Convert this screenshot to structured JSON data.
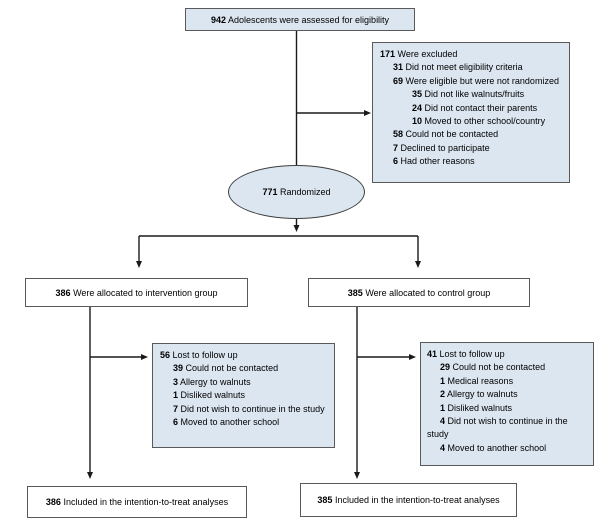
{
  "colors": {
    "node_fill_blue": "#dce6f1",
    "node_fill_white": "#ffffff",
    "node_border": "#595959",
    "line_color": "#1a1a1a",
    "text_color": "#000000"
  },
  "nodes": {
    "assessed": {
      "number": "942",
      "text": "Adolescents were assessed for eligibility"
    },
    "excluded": {
      "items": [
        {
          "number": "171",
          "text": "Were excluded",
          "indent": 0
        },
        {
          "number": "31",
          "text": "Did not meet eligibility criteria",
          "indent": 1
        },
        {
          "number": "69",
          "text": "Were eligible but were not randomized",
          "indent": 1
        },
        {
          "number": "35",
          "text": "Did not like walnuts/fruits",
          "indent": 2
        },
        {
          "number": "24",
          "text": "Did not contact their parents",
          "indent": 2
        },
        {
          "number": "10",
          "text": "Moved to other school/country",
          "indent": 2
        },
        {
          "number": "58",
          "text": "Could not be contacted",
          "indent": 1
        },
        {
          "number": "7",
          "text": "Declined to participate",
          "indent": 1
        },
        {
          "number": "6",
          "text": "Had other reasons",
          "indent": 1
        }
      ]
    },
    "randomized": {
      "number": "771",
      "text": "Randomized"
    },
    "alloc_intervention": {
      "number": "386",
      "text": "Were allocated to intervention group"
    },
    "alloc_control": {
      "number": "385",
      "text": "Were allocated to control group"
    },
    "ltfu_intervention": {
      "items": [
        {
          "number": "56",
          "text": "Lost to follow up",
          "indent": 0
        },
        {
          "number": "39",
          "text": "Could not be contacted",
          "indent": 1
        },
        {
          "number": "3",
          "text": "Allergy to walnuts",
          "indent": 1
        },
        {
          "number": "1",
          "text": "Disliked walnuts",
          "indent": 1
        },
        {
          "number": "7",
          "text": "Did not wish to continue in the study",
          "indent": 1
        },
        {
          "number": "6",
          "text": "Moved to another school",
          "indent": 1
        }
      ]
    },
    "ltfu_control": {
      "items": [
        {
          "number": "41",
          "text": "Lost to follow up",
          "indent": 0
        },
        {
          "number": "29",
          "text": "Could not be contacted",
          "indent": 1
        },
        {
          "number": "1",
          "text": "Medical reasons",
          "indent": 1
        },
        {
          "number": "2",
          "text": "Allergy to walnuts",
          "indent": 1
        },
        {
          "number": "1",
          "text": "Disliked walnuts",
          "indent": 1
        },
        {
          "number": "4",
          "text": "Did not wish to continue in the study",
          "indent": 1
        },
        {
          "number": "4",
          "text": "Moved to another school",
          "indent": 1
        }
      ]
    },
    "itt_intervention": {
      "number": "386",
      "text": "Included in the intention-to-treat analyses"
    },
    "itt_control": {
      "number": "385",
      "text": "Included in the intention-to-treat analyses"
    }
  }
}
